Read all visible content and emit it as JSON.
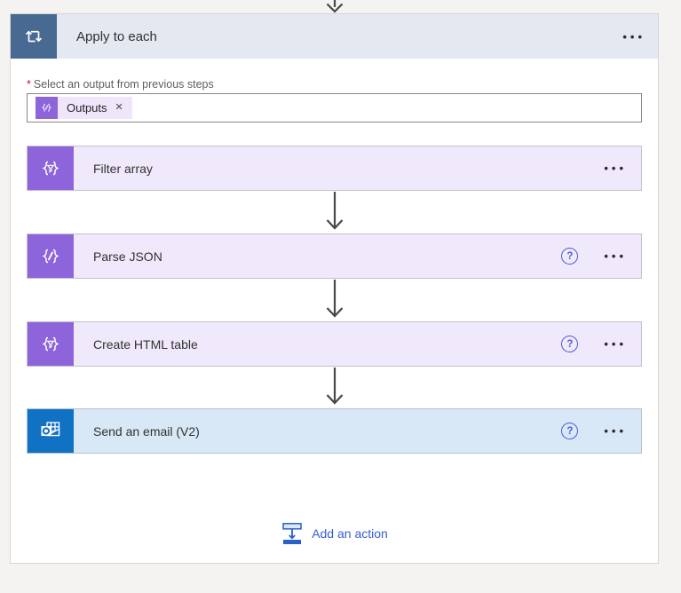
{
  "scope": {
    "title": "Apply to each",
    "icon": "apply-to-each-loop-icon"
  },
  "field": {
    "required_marker": "*",
    "label": "Select an output from previous steps",
    "token": {
      "icon": "expression-braces-pen-icon",
      "text": "Outputs",
      "remove_glyph": "✕"
    }
  },
  "actions": [
    {
      "title": "Filter array",
      "icon": "braces-funnel-icon",
      "theme": "purple",
      "has_help": false
    },
    {
      "title": "Parse JSON",
      "icon": "braces-pen-icon",
      "theme": "purple",
      "has_help": true
    },
    {
      "title": "Create HTML table",
      "icon": "braces-funnel-icon",
      "theme": "purple",
      "has_help": true
    },
    {
      "title": "Send an email (V2)",
      "icon": "outlook-icon",
      "theme": "blue",
      "has_help": true
    }
  ],
  "add_action": {
    "label": "Add an action"
  },
  "ui": {
    "menu_dots": "•••",
    "help_glyph": "?"
  },
  "colors": {
    "page_background": "#f4f3f1",
    "card_background": "#ffffff",
    "card_border": "#d8d6d3",
    "scope_header_background": "#e4e8f1",
    "scope_icon_background": "#486991",
    "data_operation_purple": "#8d64da",
    "purple_row_background": "#f0e9fb",
    "outlook_blue": "#1172c4",
    "email_row_background": "#d9e8f6",
    "token_pill_background": "#efe6fb",
    "required_red": "#c50f1f",
    "help_blue": "#4b5dd6",
    "link_blue": "#3560d0",
    "arrow_gray": "#4a4847",
    "title_text": "#323130"
  }
}
